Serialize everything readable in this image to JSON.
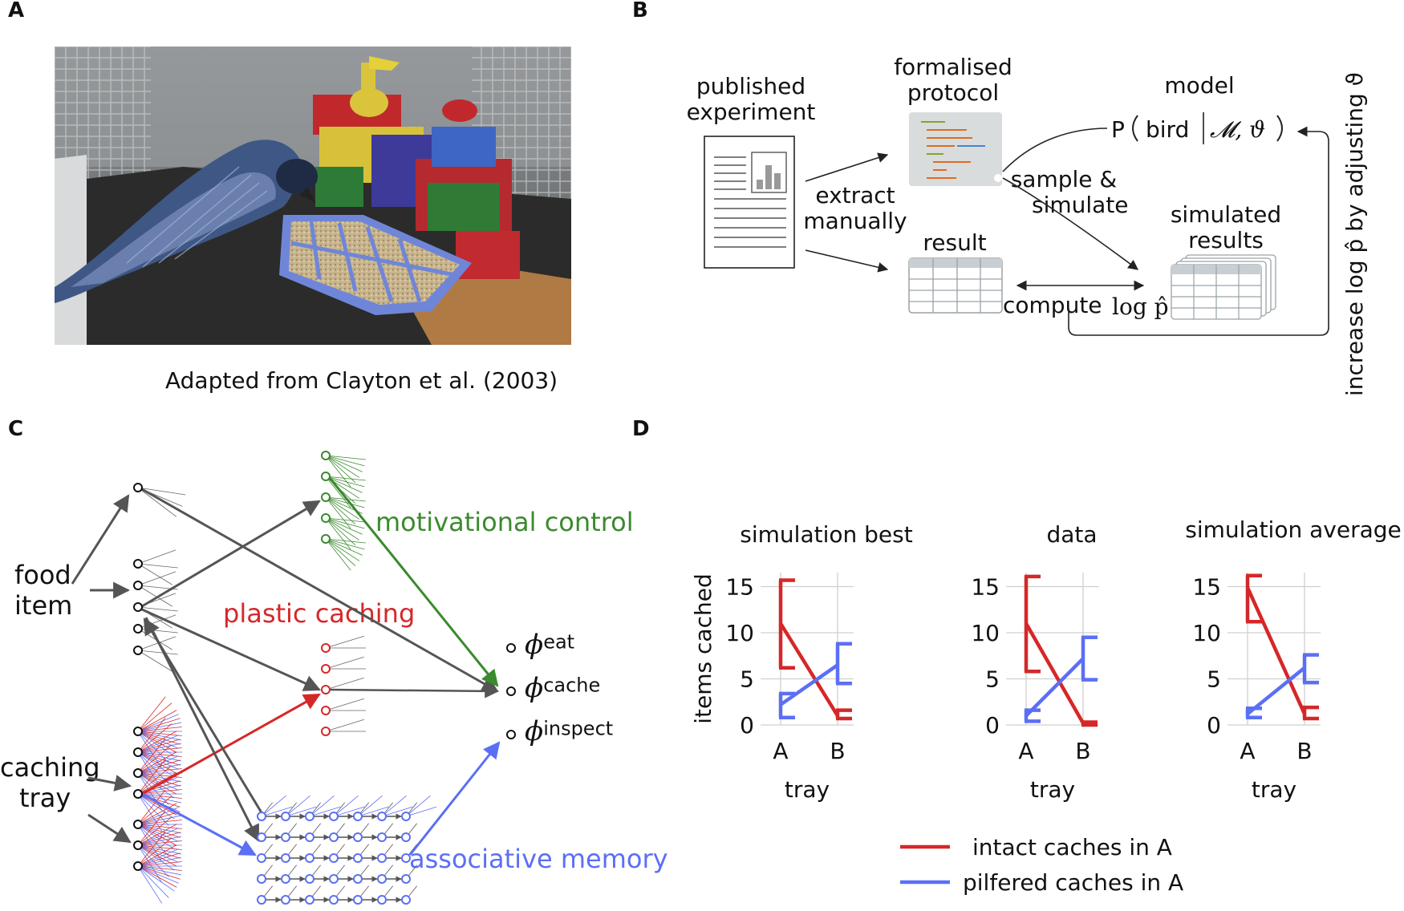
{
  "panels": {
    "a": {
      "label": "A",
      "caption": "Adapted from Clayton et al. (2003)"
    },
    "b": {
      "label": "B",
      "published_experiment": [
        "published",
        "experiment"
      ],
      "extract_manually": [
        "extract",
        "manually"
      ],
      "formalised_protocol": [
        "formalised",
        "protocol"
      ],
      "model": "model",
      "model_formula_p": "P",
      "model_formula_bird": "bird",
      "model_formula_params": "𝓜, ϑ",
      "sample_simulate": [
        "sample &",
        "simulate"
      ],
      "result": "result",
      "simulated_results": [
        "simulated",
        "results"
      ],
      "compute": "compute",
      "log_p": "log p̂",
      "increase_label": "increase log p̂ by adjusting ϑ"
    },
    "c": {
      "label": "C",
      "food_item": [
        "food",
        "item"
      ],
      "caching_tray": [
        "caching",
        "tray"
      ],
      "motivational_control": "motivational control",
      "plastic_caching": "plastic caching",
      "associative_memory": "associative memory",
      "phi": "ϕ",
      "phi_eat": "eat",
      "phi_cache": "cache",
      "phi_inspect": "inspect"
    },
    "d": {
      "label": "D"
    }
  },
  "colors": {
    "green": "#3b8a2e",
    "red": "#d62728",
    "blue": "#5b6ff5",
    "arrow_gray": "#555555",
    "red_line": "#d62728",
    "blue_line": "#5b6ff5"
  },
  "chart_data": [
    {
      "type": "line",
      "title": "simulation best",
      "xlabel": "tray",
      "ylabel": "items cached",
      "categories": [
        "A",
        "B"
      ],
      "ylim": [
        0,
        16
      ],
      "yticks": [
        0,
        5,
        10,
        15
      ],
      "grid": true,
      "series": [
        {
          "name": "intact caches in A",
          "color": "#d62728",
          "values": [
            11,
            1
          ],
          "err_low": [
            6.2,
            0.7
          ],
          "err_high": [
            15.7,
            1.6
          ]
        },
        {
          "name": "pilfered caches in A",
          "color": "#5b6ff5",
          "values": [
            2.2,
            6.5
          ],
          "err_low": [
            0.8,
            4.5
          ],
          "err_high": [
            3.4,
            8.8
          ]
        }
      ]
    },
    {
      "type": "line",
      "title": "data",
      "xlabel": "tray",
      "categories": [
        "A",
        "B"
      ],
      "ylim": [
        0,
        16
      ],
      "yticks": [
        0,
        5,
        10,
        15
      ],
      "grid": true,
      "series": [
        {
          "name": "intact caches in A",
          "color": "#d62728",
          "values": [
            11,
            0.2
          ],
          "err_low": [
            5.8,
            0
          ],
          "err_high": [
            16.1,
            0.3
          ]
        },
        {
          "name": "pilfered caches in A",
          "color": "#5b6ff5",
          "values": [
            1,
            7.2
          ],
          "err_low": [
            0.4,
            4.9
          ],
          "err_high": [
            1.6,
            9.5
          ]
        }
      ]
    },
    {
      "type": "line",
      "title": "simulation average",
      "xlabel": "tray",
      "categories": [
        "A",
        "B"
      ],
      "ylim": [
        0,
        16
      ],
      "yticks": [
        0,
        5,
        10,
        15
      ],
      "grid": true,
      "series": [
        {
          "name": "intact caches in A",
          "color": "#d62728",
          "values": [
            14.9,
            1.2
          ],
          "err_low": [
            11.2,
            0.7
          ],
          "err_high": [
            16.2,
            1.9
          ]
        },
        {
          "name": "pilfered caches in A",
          "color": "#5b6ff5",
          "values": [
            1.2,
            6.2
          ],
          "err_low": [
            0.8,
            4.6
          ],
          "err_high": [
            1.8,
            7.6
          ]
        }
      ]
    }
  ],
  "legend": {
    "placement": "bottom",
    "entries": [
      {
        "label": "intact caches in A",
        "color": "#d62728"
      },
      {
        "label": "pilfered caches in A",
        "color": "#5b6ff5"
      }
    ]
  }
}
